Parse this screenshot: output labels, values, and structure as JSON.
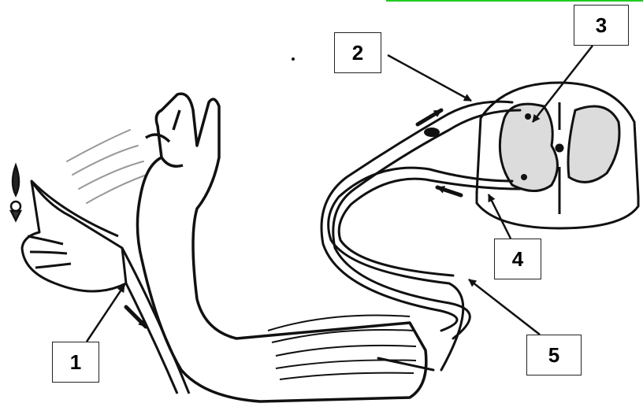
{
  "diagram": {
    "labels": {
      "one": "1",
      "two": "2",
      "three": "3",
      "four": "4",
      "five": "5"
    }
  },
  "colors": {
    "line": "#111111",
    "grey_matter": "#dcdcdc",
    "top_accent": "#22cc22"
  }
}
